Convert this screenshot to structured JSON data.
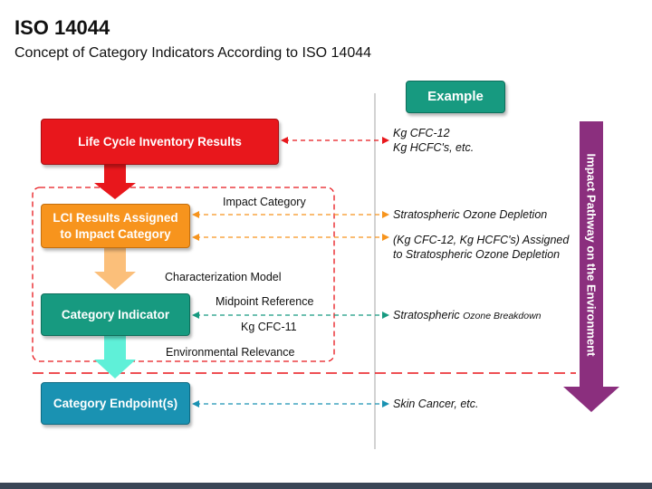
{
  "header": {
    "title": "ISO 14044",
    "subtitle": "Concept of Category Indicators According to ISO 14044"
  },
  "example_button": "Example",
  "boxes": {
    "lci": "Life Cycle Inventory Results",
    "assigned_line1": "LCI Results Assigned",
    "assigned_line2": "to Impact Category",
    "indicator": "Category Indicator",
    "endpoint": "Category Endpoint(s)"
  },
  "labels": {
    "impact_category": "Impact Category",
    "characterization_model": "Characterization Model",
    "midpoint_reference": "Midpoint Reference",
    "kg_cfc11": "Kg CFC-11",
    "environmental_relevance": "Environmental Relevance"
  },
  "examples": {
    "ex1_line1": "Kg CFC-12",
    "ex1_line2": "Kg HCFC's, etc.",
    "ex2": "Stratospheric Ozone Depletion",
    "ex3_line1": "(Kg CFC-12, Kg HCFC's) Assigned",
    "ex3_line2": "to Stratospheric Ozone Depletion",
    "ex4_a": "Stratospheric",
    "ex4_b": "Ozone Breakdown",
    "ex5": "Skin Cancer, etc."
  },
  "vertical_arrow_label": "Impact Pathway on the Environment",
  "colors": {
    "red": "#e8171c",
    "orange": "#f7941d",
    "teal": "#179a80",
    "blue": "#1a92b2",
    "purple": "#8b2f7e",
    "dash_red": "#e8171c"
  }
}
